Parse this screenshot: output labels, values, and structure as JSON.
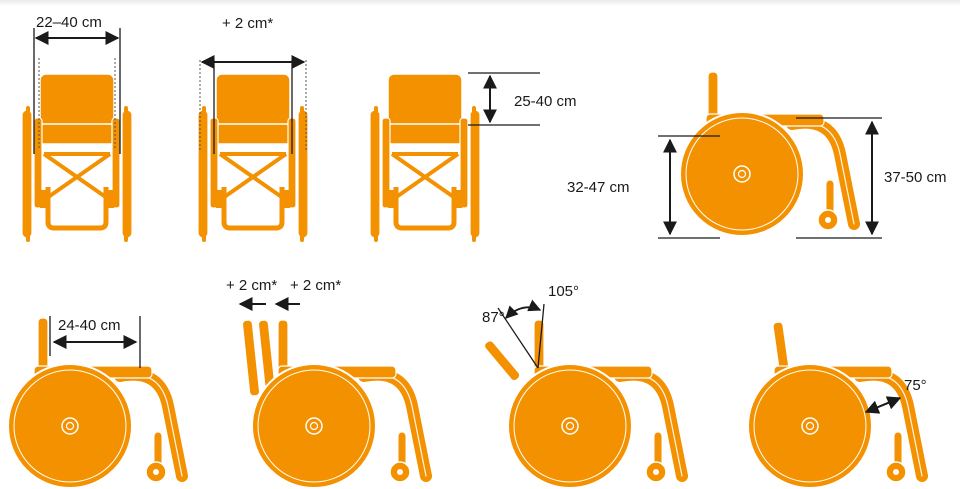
{
  "labels": {
    "seat_width": "22–40 cm",
    "width_extension": "+ 2 cm*",
    "backrest_height": "25-40 cm",
    "seat_height_front": "37-50 cm",
    "seat_height_rear": "32-47 cm",
    "seat_depth": "24-40 cm",
    "backrest_shift_a": "+ 2 cm*",
    "backrest_shift_b": "+ 2 cm*",
    "angle_min": "87°",
    "angle_max": "105°",
    "footrest_angle": "75°"
  },
  "colors": {
    "frame": "#f39100",
    "frame_dark": "#d67800",
    "outline": "#ffffff",
    "dimension": "#1a1a1a"
  }
}
